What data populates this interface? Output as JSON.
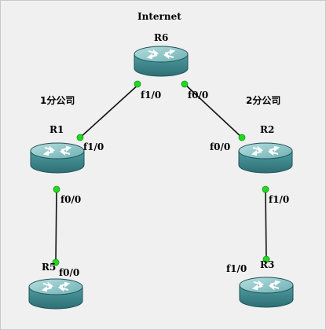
{
  "diagram": {
    "title": "Internet",
    "branches": {
      "branch1": "1分公司",
      "branch2": "2分公司"
    },
    "routers": {
      "r6": {
        "name": "R6"
      },
      "r1": {
        "name": "R1"
      },
      "r2": {
        "name": "R2"
      },
      "r5": {
        "name": "R5"
      },
      "r3": {
        "name": "R3"
      }
    },
    "ports": {
      "r6_left": "f1/0",
      "r6_right": "f0/0",
      "r1_up": "f1/0",
      "r1_down": "f0/0",
      "r2_up": "f0/0",
      "r2_down": "f1/0",
      "r5_up": "f0/0",
      "r3_up": "f1/0"
    },
    "links": [
      {
        "from": "R6",
        "to": "R1",
        "from_port": "f1/0",
        "to_port": "f1/0"
      },
      {
        "from": "R6",
        "to": "R2",
        "from_port": "f0/0",
        "to_port": "f0/0"
      },
      {
        "from": "R1",
        "to": "R5",
        "from_port": "f0/0",
        "to_port": "f0/0"
      },
      {
        "from": "R2",
        "to": "R3",
        "from_port": "f1/0",
        "to_port": "f1/0"
      }
    ],
    "colors": {
      "router_body": "#3f8e93",
      "router_top": "#8fc7c9",
      "link_dot": "#22d822",
      "line": "#111111"
    },
    "icons": [
      "router-icon"
    ]
  }
}
